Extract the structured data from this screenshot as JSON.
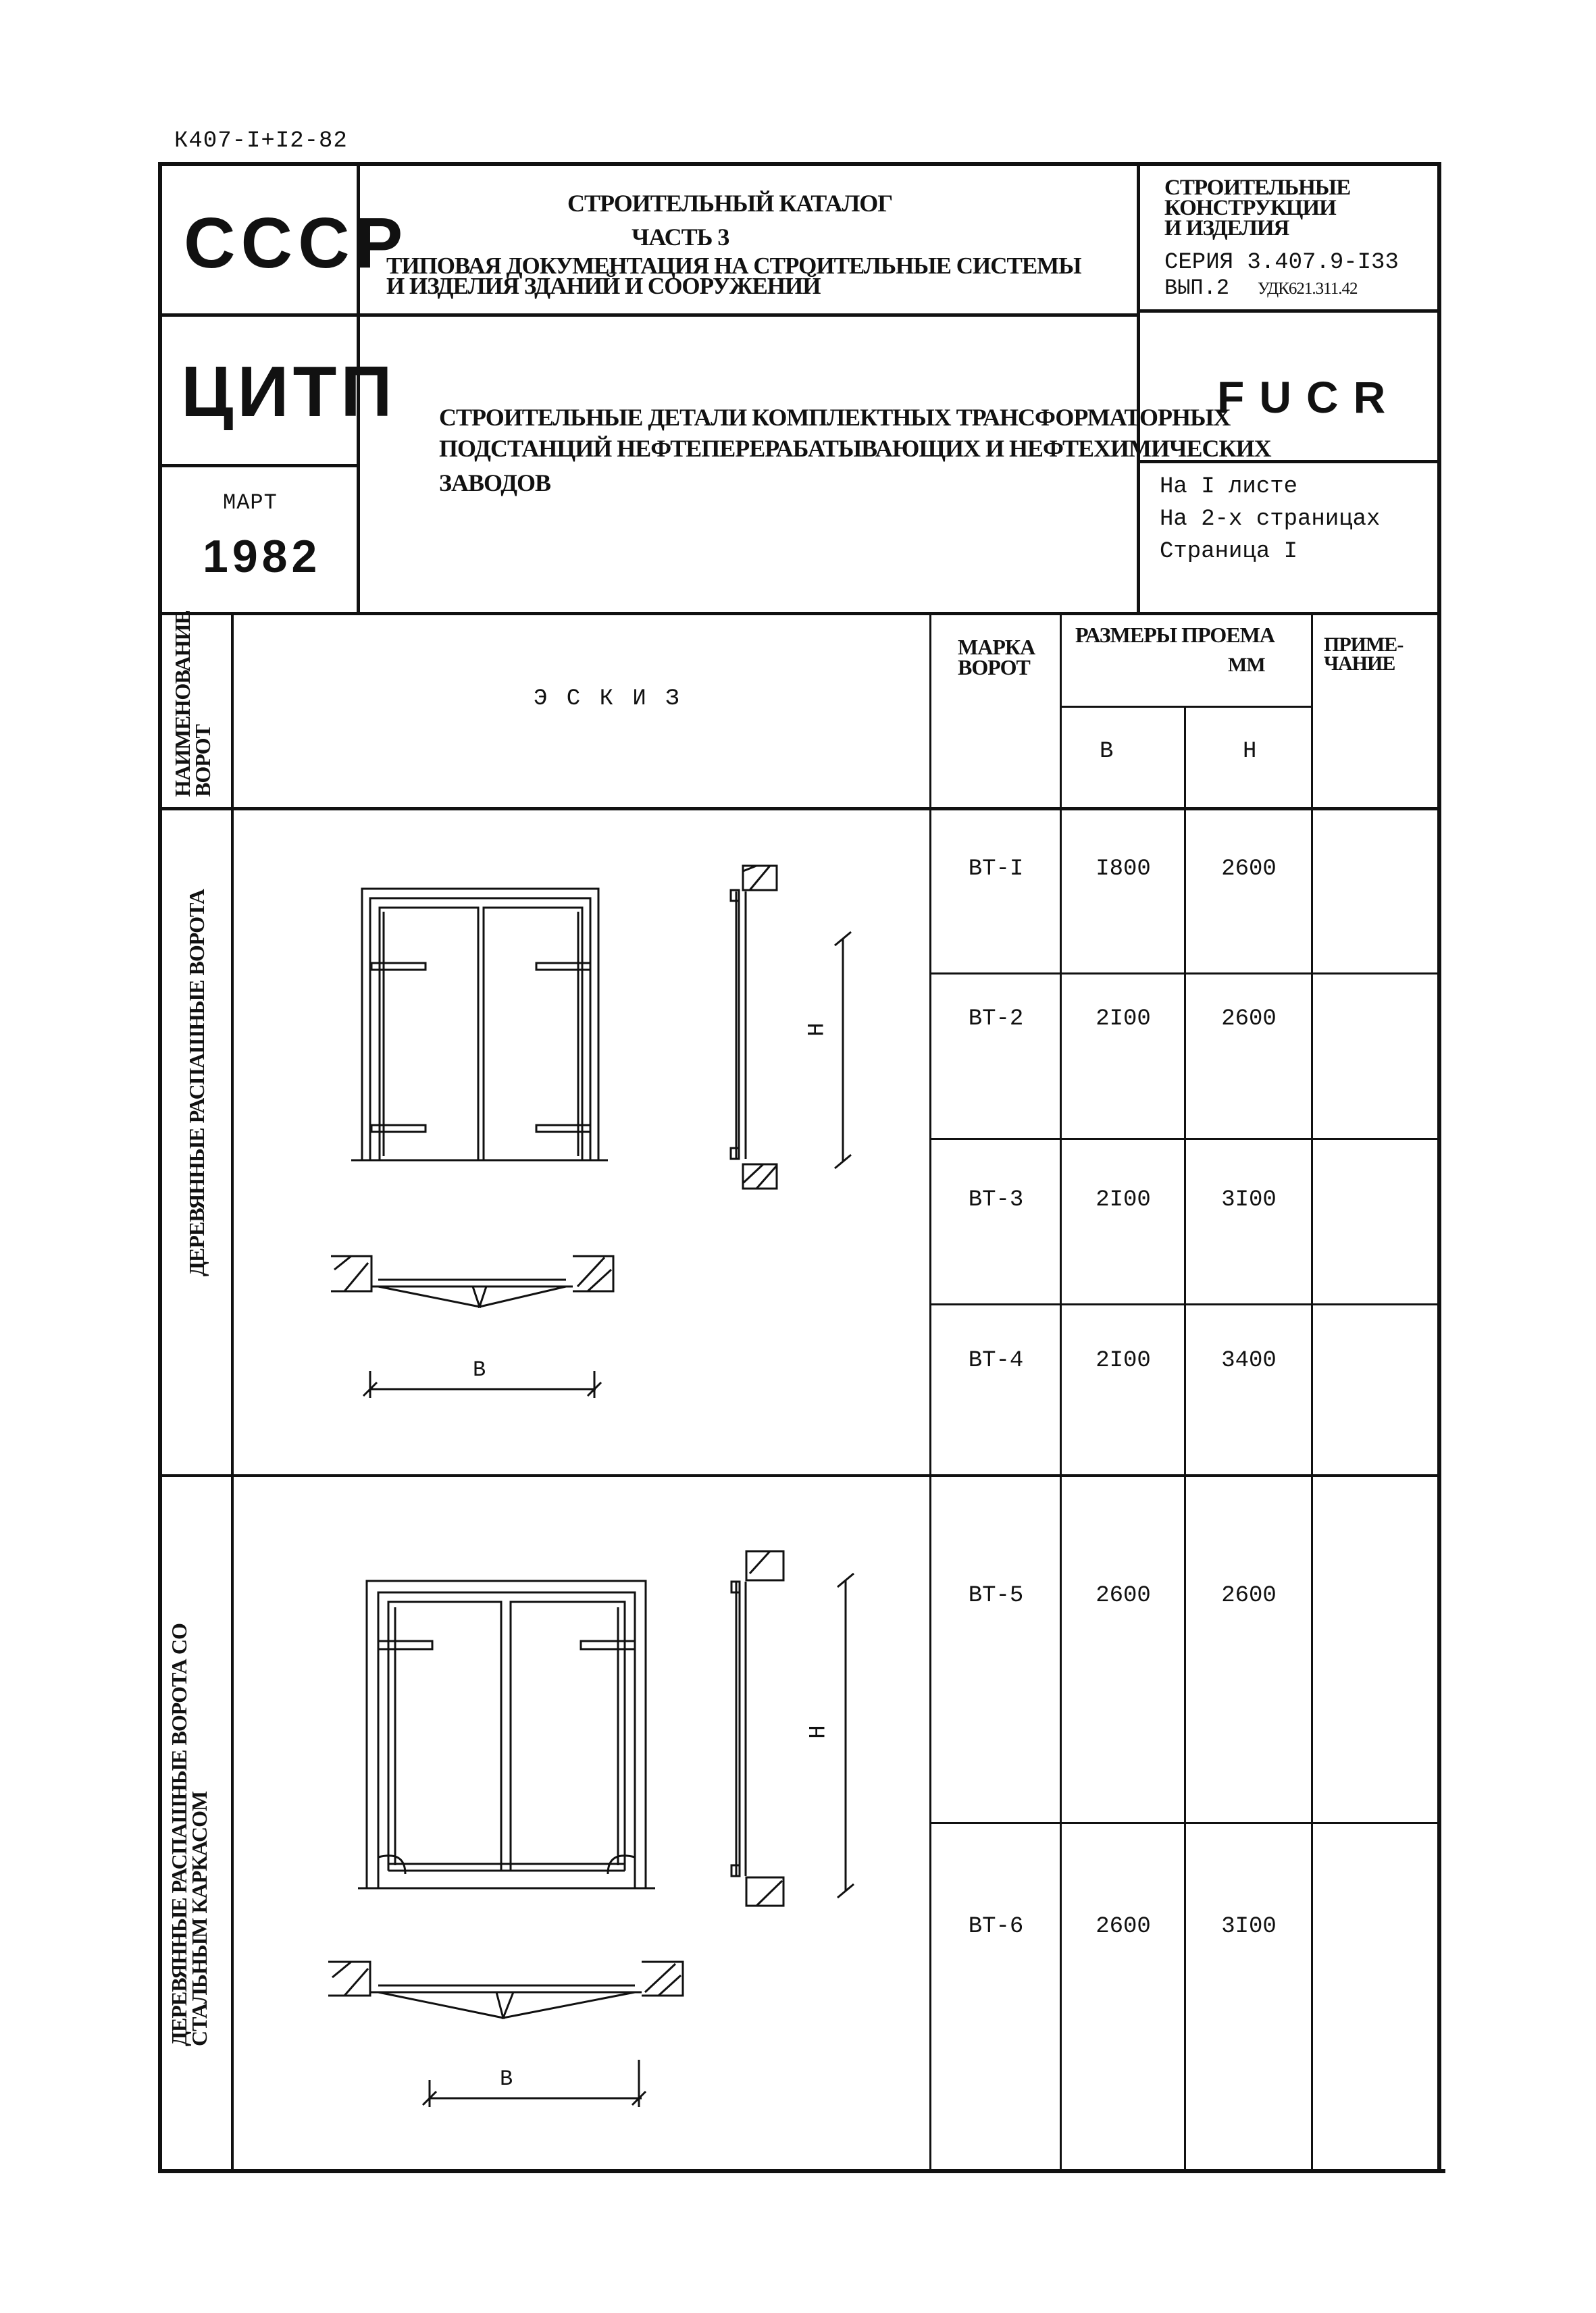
{
  "doc_code": "К407-I+I2-82",
  "header": {
    "org1": "СССР",
    "org2": "ЦИТП",
    "month": "МАРТ",
    "year": "1982",
    "catalog_title": "СТРОИТЕЛЬНЫЙ КАТАЛОГ",
    "part": "ЧАСТЬ 3",
    "catalog_sub_1": "ТИПОВАЯ ДОКУМЕНТАЦИЯ НА СТРОИТЕЛЬНЫЕ СИСТЕМЫ",
    "catalog_sub_2": "И ИЗДЕЛИЯ ЗДАНИЙ И СООРУЖЕНИЙ",
    "doc_title_1": "СТРОИТЕЛЬНЫЕ ДЕТАЛИ КОМПЛЕКТНЫХ ТРАНСФОРМАТОРНЫХ",
    "doc_title_2": "ПОДСТАНЦИЙ НЕФТЕПЕРЕРАБАТЫВАЮЩИХ И НЕФТЕХИМИЧЕСКИХ",
    "doc_title_3": "ЗАВОДОВ",
    "section_1": "СТРОИТЕЛЬНЫЕ",
    "section_2": "КОНСТРУКЦИИ",
    "section_3": "И ИЗДЕЛИЯ",
    "series": "СЕРИЯ 3.407.9-I33",
    "issue": "ВЫП.2",
    "udk": "УДК621.311.42",
    "code": "FUCR",
    "sheets": "На I листе",
    "pages": "На 2-х страницах",
    "page": "Страница I"
  },
  "table": {
    "col_name": "НАИМЕНОВАНИЕ ВОРОТ",
    "col_sketch": "Э С К И З",
    "col_mark_1": "МАРКА",
    "col_mark_2": "ВОРОТ",
    "col_size_1": "РАЗМЕРЫ ПРОЕМА",
    "col_size_2": "ММ",
    "col_b": "B",
    "col_h": "H",
    "col_note_1": "ПРИМЕ-",
    "col_note_2": "ЧАНИЕ",
    "groups": [
      {
        "name": "ДЕРЕВЯННЫЕ РАСПАШНЫЕ ВОРОТА",
        "dim_h": "H",
        "dim_b": "B",
        "rows": [
          {
            "mark": "ВТ-I",
            "b": "I800",
            "h": "2600"
          },
          {
            "mark": "ВТ-2",
            "b": "2I00",
            "h": "2600"
          },
          {
            "mark": "ВТ-3",
            "b": "2I00",
            "h": "3I00"
          },
          {
            "mark": "ВТ-4",
            "b": "2I00",
            "h": "3400"
          }
        ]
      },
      {
        "name_1": "ДЕРЕВЯННЫЕ РАСПАШНЫЕ ВОРОТА СО",
        "name_2": "СТАЛЬНЫМ КАРКАСОМ",
        "dim_h": "H",
        "dim_b": "B",
        "rows": [
          {
            "mark": "ВТ-5",
            "b": "2600",
            "h": "2600"
          },
          {
            "mark": "ВТ-6",
            "b": "2600",
            "h": "3I00"
          }
        ]
      }
    ]
  }
}
